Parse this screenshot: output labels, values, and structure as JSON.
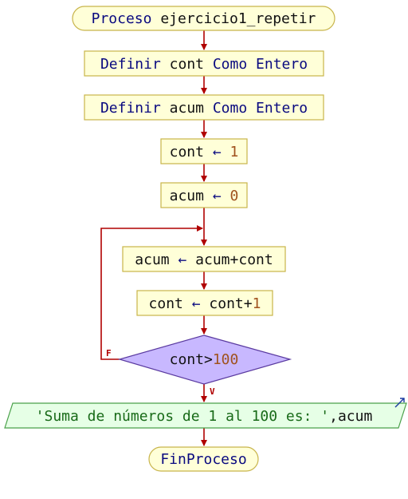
{
  "colors": {
    "line": "#b00000",
    "box_fill": "#ffffd8",
    "box_stroke": "#c8b44a",
    "io_fill": "#e6ffe6",
    "io_stroke": "#4aa04a",
    "decision_fill": "#c8b8ff",
    "decision_stroke": "#5a3aa0",
    "keyword": "#0a0a80",
    "number": "#a0521e",
    "string": "#186a18"
  },
  "start": {
    "keyword": "Proceso",
    "name": "ejercicio1_repetir"
  },
  "define_cont": {
    "kw1": "Definir",
    "var": "cont",
    "kw2": "Como Entero"
  },
  "define_acum": {
    "kw1": "Definir",
    "var": "acum",
    "kw2": "Como Entero"
  },
  "assign_cont": {
    "var": "cont",
    "arrow": "←",
    "value": "1"
  },
  "assign_acum": {
    "var": "acum",
    "arrow": "←",
    "value": "0"
  },
  "loop_body_1": {
    "var": "acum",
    "arrow": "←",
    "expr": "acum+cont"
  },
  "loop_body_2": {
    "var": "cont",
    "arrow": "←",
    "expr_var": "cont+",
    "expr_num": "1"
  },
  "condition": {
    "var": "cont>",
    "num": "100"
  },
  "false_label": "F",
  "true_label": "V",
  "output": {
    "string": "'Suma de números de 1 al 100 es: '",
    "sep": ",",
    "var": "acum"
  },
  "end": {
    "keyword": "FinProceso"
  },
  "icons": {
    "output_marker": "output-arrow-icon"
  }
}
